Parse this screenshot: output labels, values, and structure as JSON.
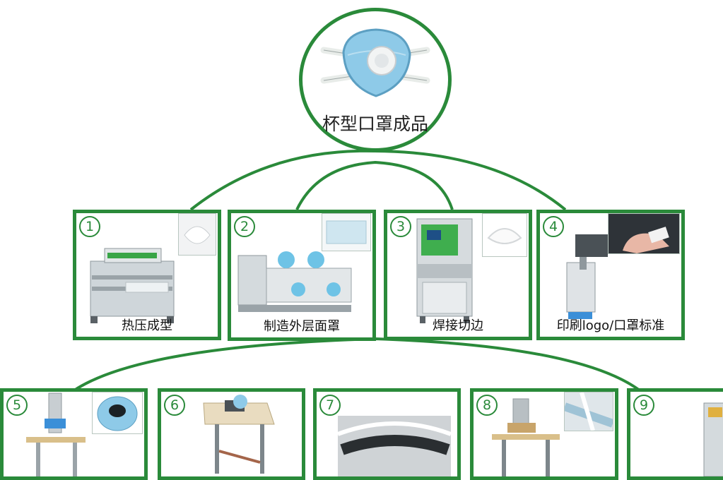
{
  "root": {
    "label": "杯型口罩成品",
    "icon": "cup-mask-icon"
  },
  "steps": [
    {
      "num": "1",
      "label": "热压成型"
    },
    {
      "num": "2",
      "label": "制造外层面罩"
    },
    {
      "num": "3",
      "label": "焊接切边"
    },
    {
      "num": "4",
      "label": "印刷logo/口罩标准"
    },
    {
      "num": "5",
      "label": ""
    },
    {
      "num": "6",
      "label": ""
    },
    {
      "num": "7",
      "label": ""
    },
    {
      "num": "8",
      "label": ""
    },
    {
      "num": "9",
      "label": ""
    }
  ],
  "colors": {
    "accent": "#2a8a3a",
    "mask_blue": "#8ecae8",
    "machine_gray": "#c9cfd3"
  }
}
